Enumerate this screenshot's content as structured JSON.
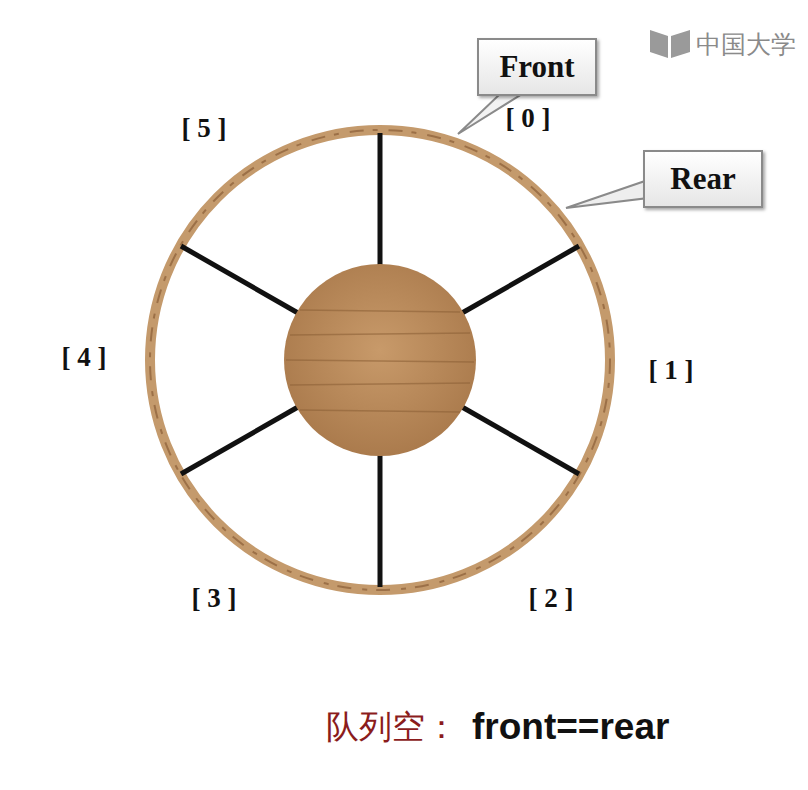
{
  "diagram": {
    "nodes": [
      {
        "text": [
          "Front"
        ]
      },
      {
        "text": [
          "Rear"
        ]
      }
    ],
    "labels": [
      "[ 0 ]",
      "[ 1 ]",
      "[ 2 ]",
      "[ 3 ]",
      "[ 4 ]",
      "[ 5 ]",
      "中国大学",
      "队列空：",
      "front==rear"
    ]
  }
}
